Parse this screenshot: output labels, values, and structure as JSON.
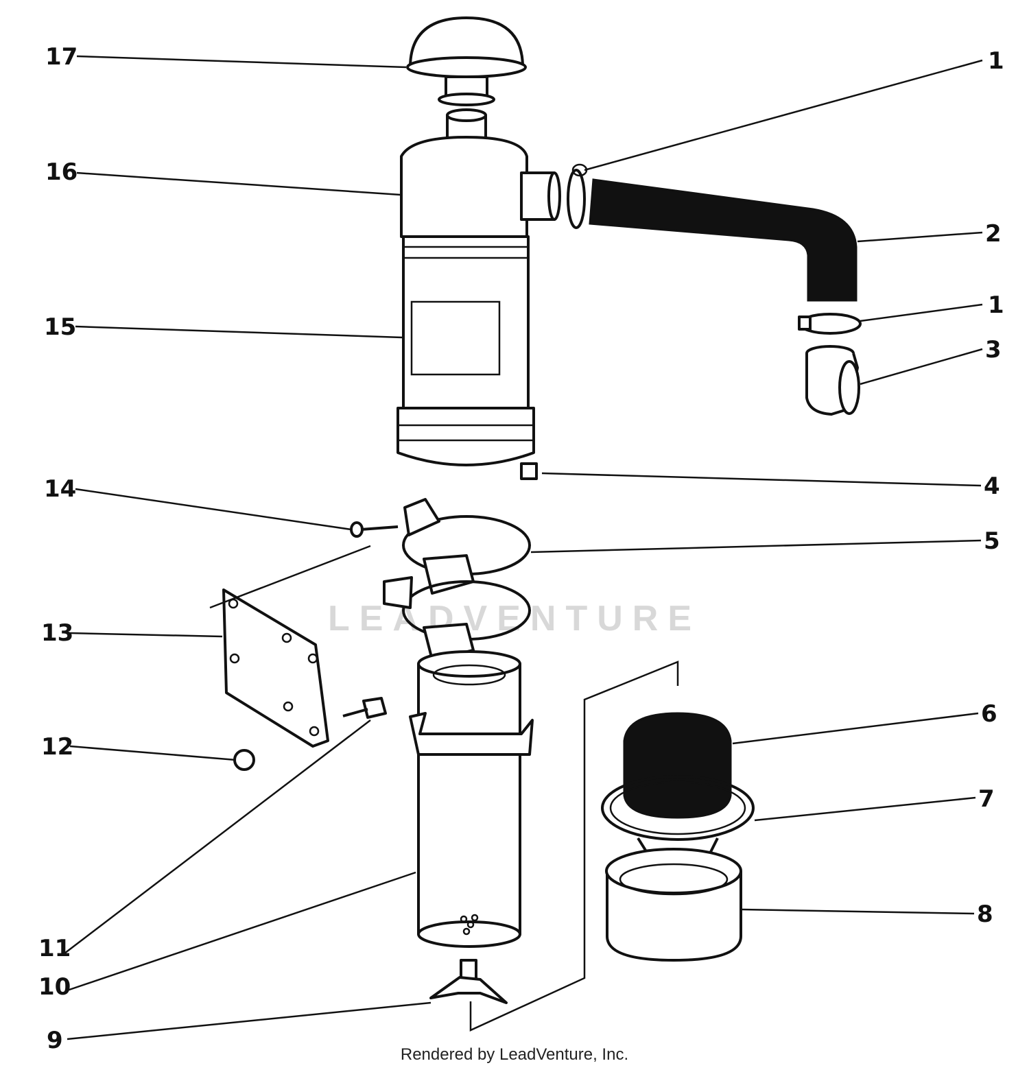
{
  "footer": "Rendered by LeadVenture, Inc.",
  "watermark": "LEADVENTURE",
  "callouts": {
    "c17": "17",
    "c16": "16",
    "c15": "15",
    "c14": "14",
    "c13": "13",
    "c12": "12",
    "c11": "11",
    "c10": "10",
    "c9": "9",
    "c1a": "1",
    "c2": "2",
    "c1b": "1",
    "c3": "3",
    "c4": "4",
    "c5": "5",
    "c6": "6",
    "c7": "7",
    "c8": "8"
  }
}
